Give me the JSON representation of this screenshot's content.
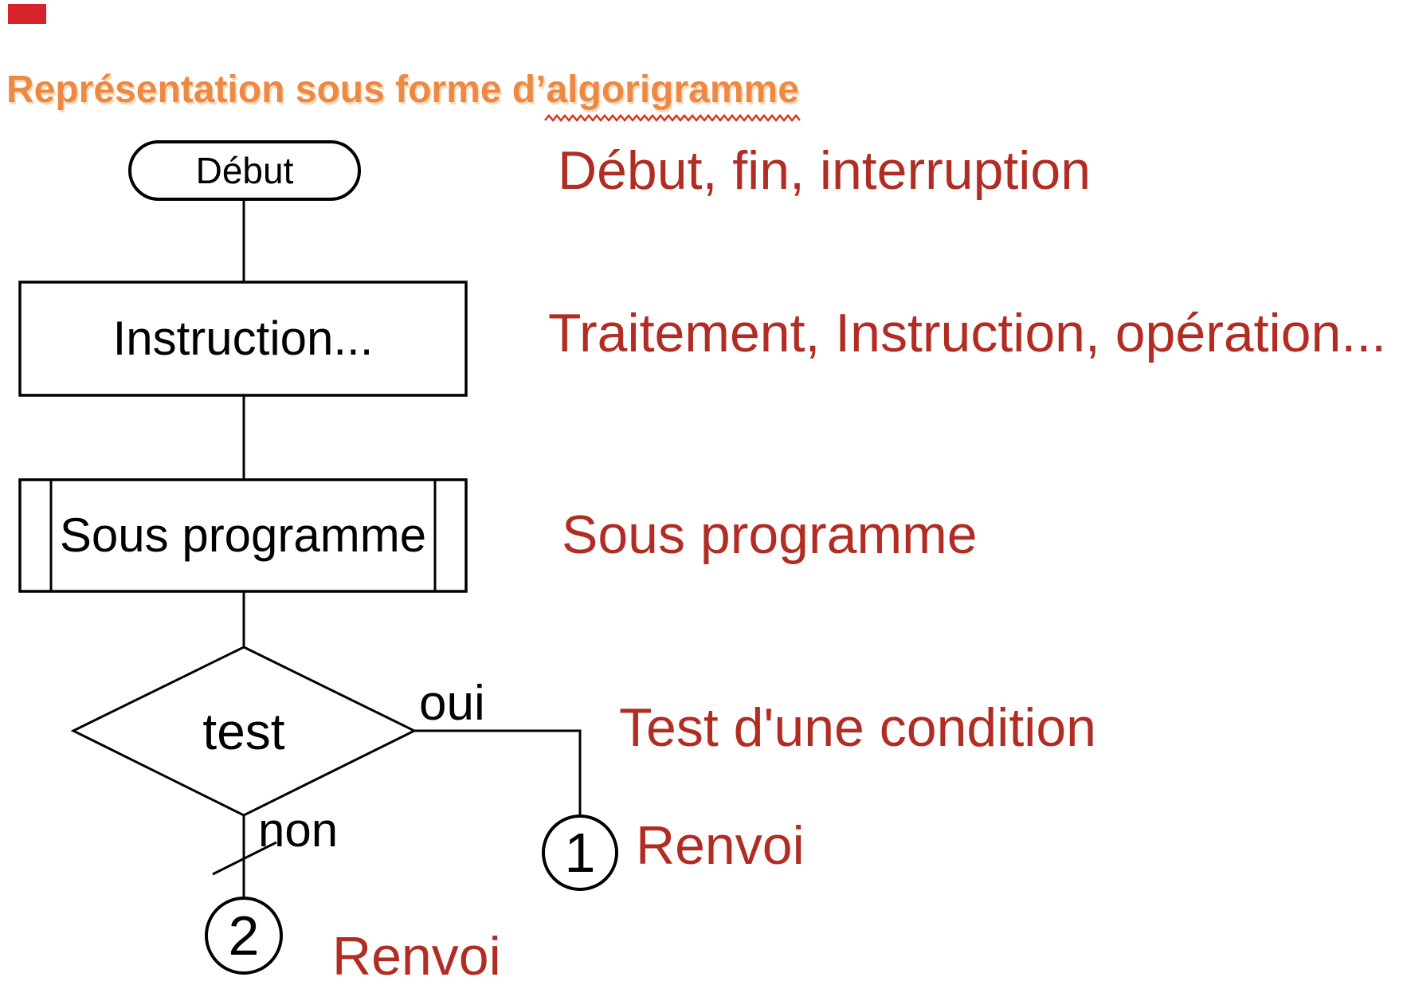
{
  "corner_marker": {
    "color": "#D8222A"
  },
  "title": {
    "text": "Représentation sous forme d’algorigramme",
    "color": "#EC8A44",
    "misspelled_word": "algorigramme",
    "squiggle_color": "#DD3322"
  },
  "flowchart": {
    "start": {
      "label": "Début",
      "shape": "stadium"
    },
    "process": {
      "label": "Instruction...",
      "shape": "rectangle"
    },
    "subroutine": {
      "label": "Sous programme",
      "shape": "double-struck-rectangle"
    },
    "decision": {
      "label": "test",
      "shape": "diamond",
      "yes_label": "oui",
      "no_label": "non"
    },
    "connector_yes": {
      "label": "1",
      "shape": "circle"
    },
    "connector_no": {
      "label": "2",
      "shape": "circle"
    }
  },
  "legend": {
    "color": "#B12D23",
    "items": [
      {
        "label": "Début, fin, interruption"
      },
      {
        "label": "Traitement, Instruction, opération..."
      },
      {
        "label": "Sous programme"
      },
      {
        "label": "Test d'une condition"
      },
      {
        "label": "Renvoi"
      },
      {
        "label": "Renvoi"
      }
    ]
  }
}
